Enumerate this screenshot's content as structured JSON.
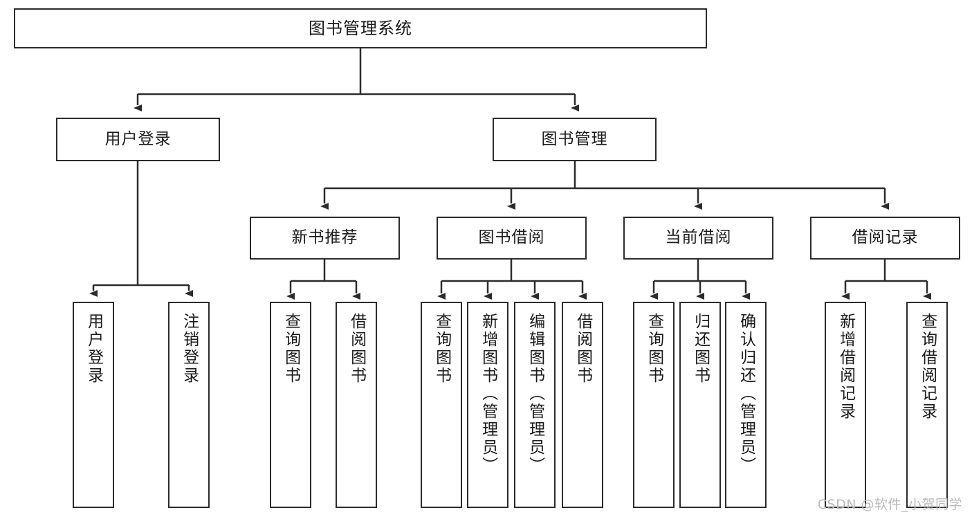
{
  "diagram": {
    "title": "图书管理系统",
    "type": "tree",
    "colors": {
      "stroke": "#2b2b2b",
      "fill": "#ffffff",
      "text": "#1a1a1a",
      "watermark": "#b9b9b9"
    },
    "watermark": "CSDN @软件_小贺同学"
  },
  "nodes": {
    "root": {
      "label": "图书管理系统"
    },
    "level2": [
      {
        "label": "用户登录"
      },
      {
        "label": "图书管理"
      }
    ],
    "level3": [
      {
        "label": "新书推荐"
      },
      {
        "label": "图书借阅"
      },
      {
        "label": "当前借阅"
      },
      {
        "label": "借阅记录"
      }
    ],
    "leaves": {
      "user_login": [
        {
          "label": "用户登录"
        },
        {
          "label": "注销登录"
        }
      ],
      "new_book_recommend": [
        {
          "label": "查询图书"
        },
        {
          "label": "借阅图书"
        }
      ],
      "book_borrow": [
        {
          "label": "查询图书"
        },
        {
          "label": "新增图书（管理员）"
        },
        {
          "label": "编辑图书（管理员）"
        },
        {
          "label": "借阅图书"
        }
      ],
      "current_borrow": [
        {
          "label": "查询图书"
        },
        {
          "label": "归还图书"
        },
        {
          "label": "确认归还（管理员）"
        }
      ],
      "borrow_records": [
        {
          "label": "新增借阅记录"
        },
        {
          "label": "查询借阅记录"
        }
      ]
    }
  }
}
